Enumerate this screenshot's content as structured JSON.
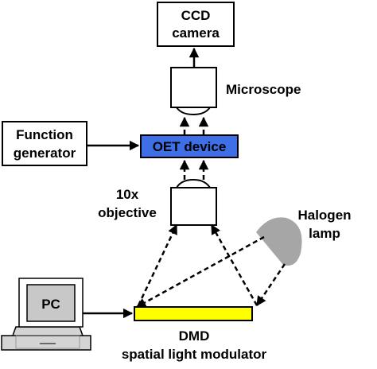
{
  "ccd_camera": {
    "line1": "CCD",
    "line2": "camera"
  },
  "microscope": {
    "label": "Microscope"
  },
  "function_generator": {
    "line1": "Function",
    "line2": "generator"
  },
  "oet_device": {
    "label": "OET device"
  },
  "objective": {
    "line1": "10x",
    "line2": "objective"
  },
  "halogen_lamp": {
    "line1": "Halogen",
    "line2": "lamp"
  },
  "pc": {
    "label": "PC"
  },
  "dmd": {
    "line1": "DMD",
    "line2": "spatial light modulator"
  },
  "colors": {
    "oet_fill": "#3F6FE6",
    "dmd_fill": "#FFFF00",
    "lamp_fill": "#A6A6A6",
    "pc_screen": "#C8C8C8",
    "pc_body": "#D4D4D4",
    "stroke": "#000000"
  }
}
